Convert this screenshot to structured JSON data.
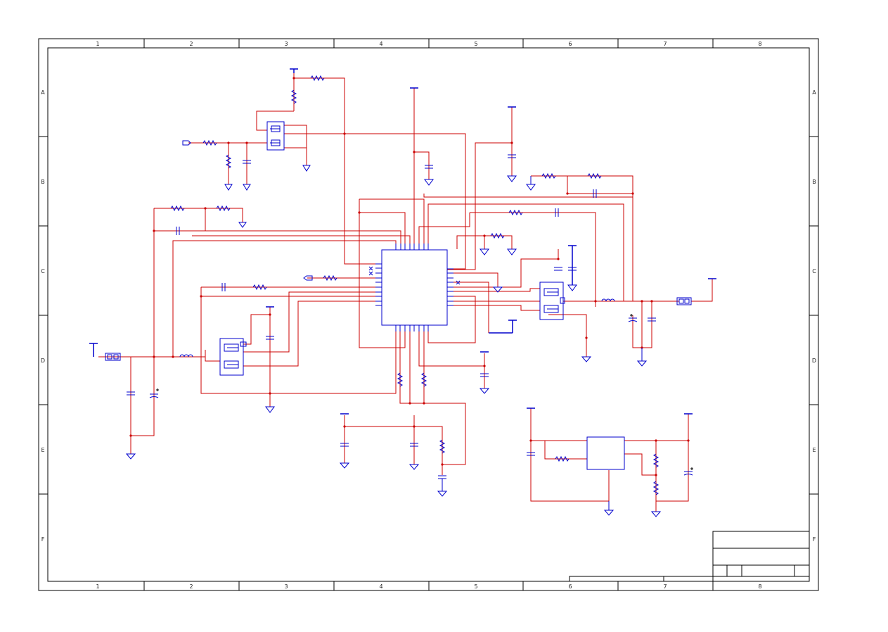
{
  "sheet": {
    "column_labels": [
      "1",
      "2",
      "3",
      "4",
      "5",
      "6",
      "7",
      "8"
    ],
    "row_labels": [
      "A",
      "B",
      "C",
      "D",
      "E",
      "F"
    ],
    "title_block": {
      "fields": []
    }
  },
  "colors": {
    "wire": "#cc0000",
    "component": "#0000cc",
    "frame": "#000000",
    "background": "#ffffff"
  },
  "diagram": {
    "type": "electronic schematic",
    "parts": [
      {
        "kind": "ic",
        "name": "main-controller-ic"
      },
      {
        "kind": "ic",
        "name": "regulator-ic"
      },
      {
        "kind": "mosfet-pair",
        "name": "mosfet-pair-top"
      },
      {
        "kind": "mosfet-pair",
        "name": "mosfet-pair-left"
      },
      {
        "kind": "mosfet-pair",
        "name": "mosfet-pair-right"
      },
      {
        "kind": "connector",
        "name": "input-connector"
      },
      {
        "kind": "connector",
        "name": "output-connector"
      }
    ]
  }
}
